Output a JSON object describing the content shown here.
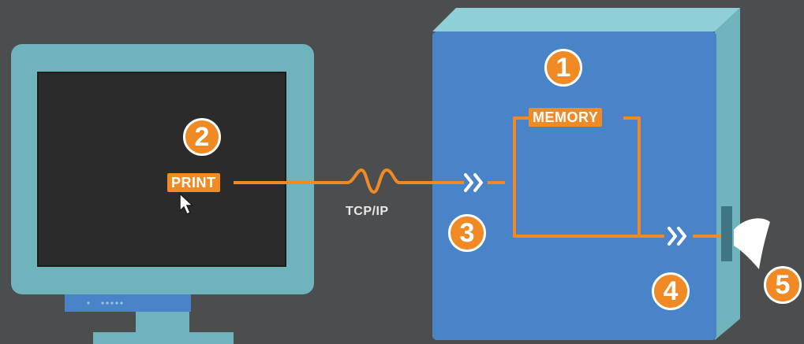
{
  "steps": {
    "s1": "1",
    "s2": "2",
    "s3": "3",
    "s4": "4",
    "s5": "5"
  },
  "labels": {
    "memory": "MEMORY",
    "print": "PRINT",
    "protocol": "TCP/IP"
  },
  "colors": {
    "background": "#4c4d4f",
    "monitor_frame": "#6fb3bd",
    "screen": "#2b2b2b",
    "printer_front": "#4a84c8",
    "printer_side": "#6fb3bd",
    "accent": "#f08a24"
  },
  "icons": {
    "cursor": "mouse-pointer-icon",
    "arrows": "double-chevron-right-icon",
    "paper": "paper-sheet-icon"
  }
}
